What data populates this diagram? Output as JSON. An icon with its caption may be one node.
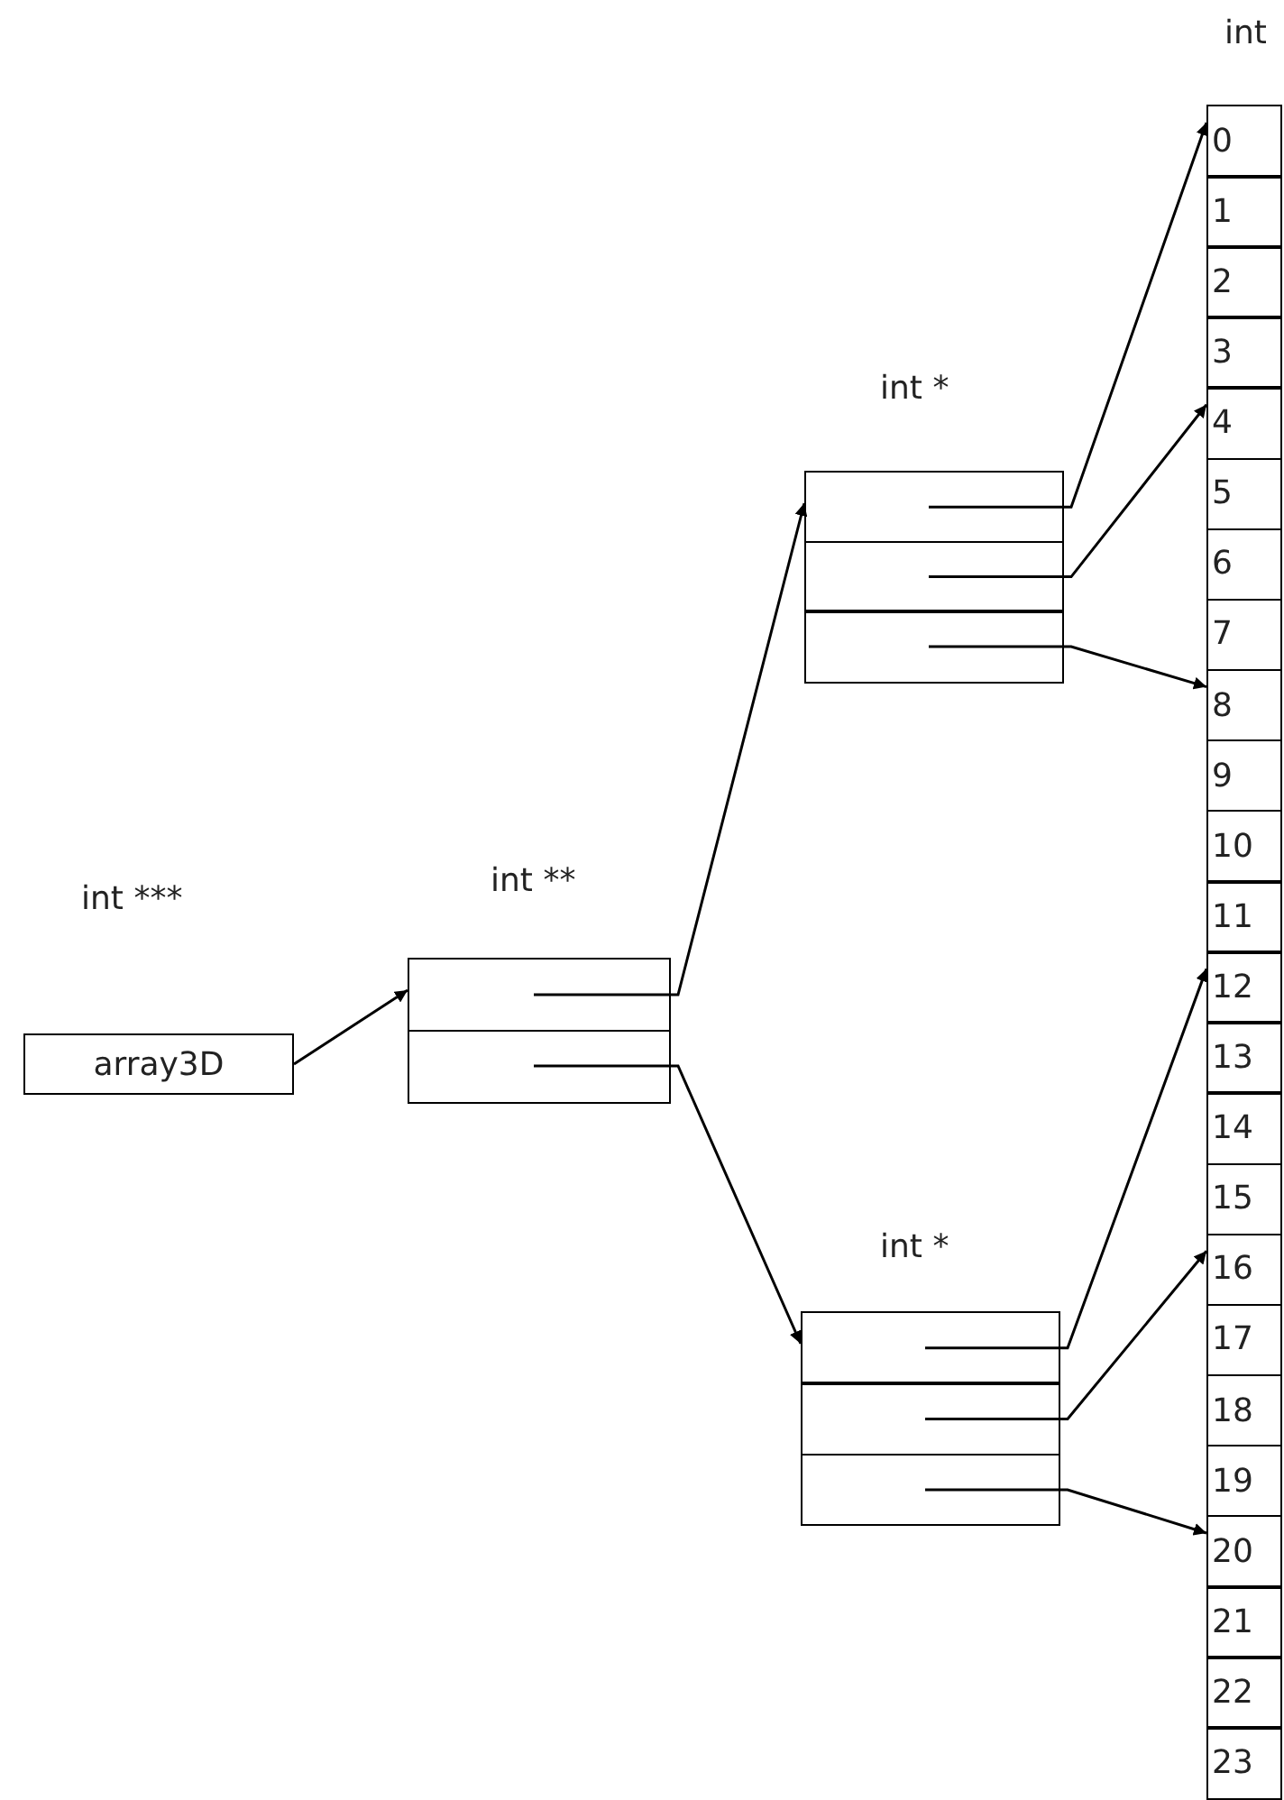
{
  "diagram": {
    "nodes": [
      {
        "text": [
          "int ***",
          "array3D"
        ]
      },
      {
        "text": [
          "int **"
        ]
      },
      {
        "text": [],
        "shape": "box",
        "in": 1
      },
      {
        "text": [],
        "shape": "box",
        "in": 1
      },
      {
        "text": [
          "int *"
        ]
      },
      {
        "text": [],
        "shape": "box",
        "in": 4
      },
      {
        "text": [],
        "shape": "box",
        "in": 4
      },
      {
        "text": [],
        "shape": "box",
        "in": 4
      },
      {
        "text": [
          "int *"
        ]
      },
      {
        "text": [],
        "shape": "box",
        "in": 8
      },
      {
        "text": [],
        "shape": "box",
        "in": 8
      },
      {
        "text": [],
        "shape": "box",
        "in": 8
      },
      {
        "text": [
          "int"
        ]
      },
      {
        "text": [
          "0"
        ],
        "in": 12
      },
      {
        "text": [
          "1"
        ],
        "in": 12
      },
      {
        "text": [
          "2"
        ],
        "in": 12
      },
      {
        "text": [
          "3"
        ],
        "in": 12
      },
      {
        "text": [
          "4"
        ],
        "in": 12
      },
      {
        "text": [
          "5"
        ],
        "in": 12
      },
      {
        "text": [
          "6"
        ],
        "in": 12
      },
      {
        "text": [
          "7"
        ],
        "in": 12
      },
      {
        "text": [
          "8"
        ],
        "in": 12
      },
      {
        "text": [
          "9"
        ],
        "in": 12
      },
      {
        "text": [
          "10"
        ],
        "in": 12
      },
      {
        "text": [
          "11"
        ],
        "in": 12
      },
      {
        "text": [
          "12"
        ],
        "in": 12
      },
      {
        "text": [
          "13"
        ],
        "in": 12
      },
      {
        "text": [
          "14"
        ],
        "in": 12
      },
      {
        "text": [
          "15"
        ],
        "in": 12
      },
      {
        "text": [
          "16"
        ],
        "in": 12
      },
      {
        "text": [
          "17"
        ],
        "in": 12
      },
      {
        "text": [
          "18"
        ],
        "in": 12
      },
      {
        "text": [
          "19"
        ],
        "in": 12
      },
      {
        "text": [
          "20"
        ],
        "in": 12
      },
      {
        "text": [
          "21"
        ],
        "in": 12
      },
      {
        "text": [
          "22"
        ],
        "in": 12
      },
      {
        "text": [
          "23"
        ],
        "in": 12
      }
    ],
    "edges": [
      {
        "from": 0,
        "to": 1,
        "arrow": "to"
      },
      {
        "from": 2,
        "to": 4,
        "arrow": "to"
      },
      {
        "from": 3,
        "to": 8,
        "arrow": "to"
      },
      {
        "from": 5,
        "to": 13,
        "arrow": "to"
      },
      {
        "from": 6,
        "to": 17,
        "arrow": "to"
      },
      {
        "from": 7,
        "to": 21,
        "arrow": "to"
      },
      {
        "from": 9,
        "to": 25,
        "arrow": "to"
      },
      {
        "from": 10,
        "to": 29,
        "arrow": "to"
      },
      {
        "from": 11,
        "to": 33,
        "arrow": "to"
      }
    ]
  }
}
